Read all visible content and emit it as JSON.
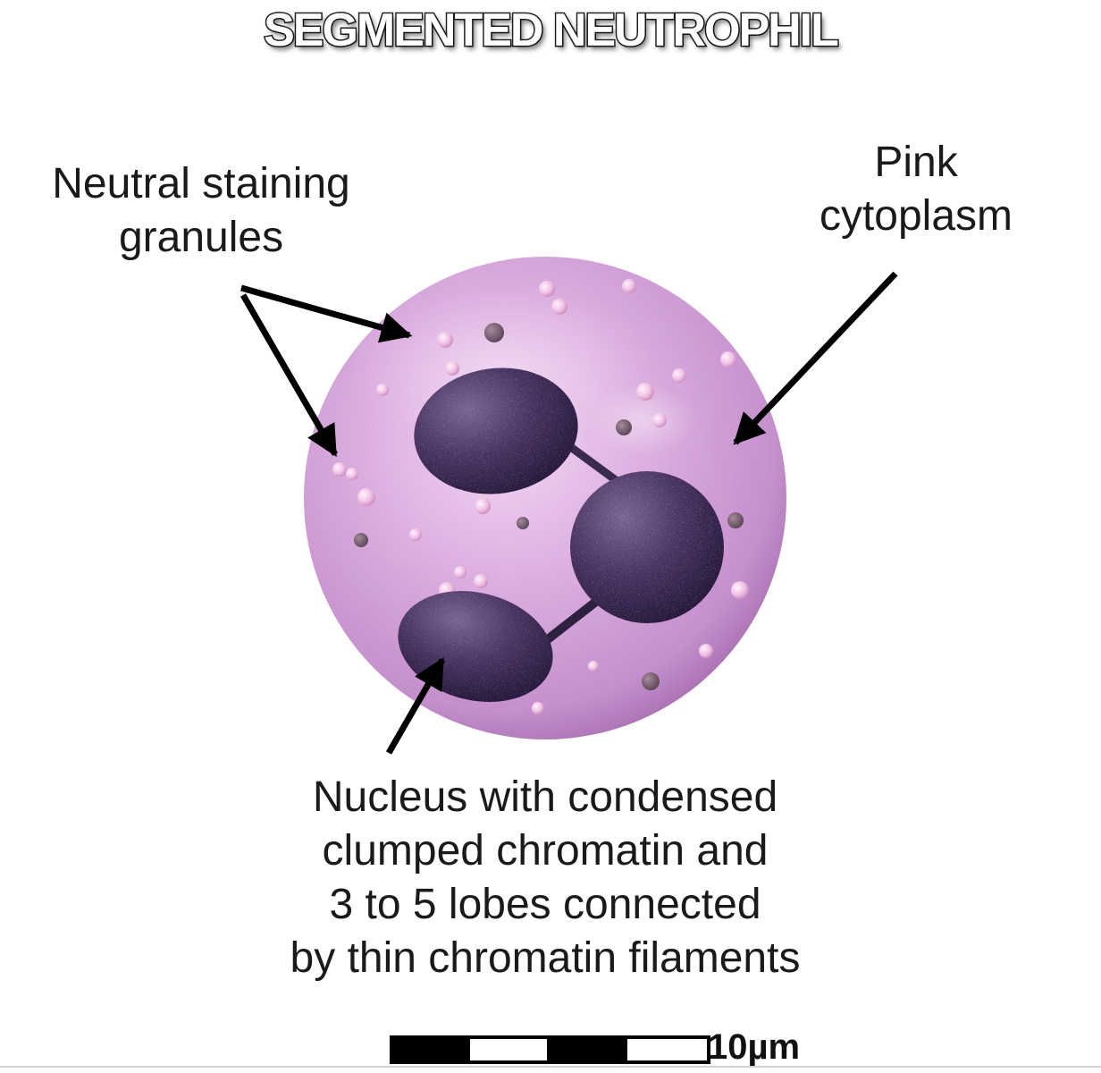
{
  "title": "SEGMENTED NEUTROPHIL",
  "labels": {
    "granules": [
      "Neutral staining",
      "granules"
    ],
    "cytoplasm": [
      "Pink",
      "cytoplasm"
    ],
    "nucleus": [
      "Nucleus with condensed",
      "clumped chromatin and",
      "3 to 5 lobes connected",
      "by thin chromatin filaments"
    ]
  },
  "scale_bar": {
    "label": "10µm"
  },
  "colors": {
    "cytoplasm": "#d9a6df",
    "cytoplasm_edge": "#a56aae",
    "nucleus": "#4a3563",
    "nucleus_dark": "#2b1d3d",
    "granule": "#f2c6ea",
    "arrow": "#000000",
    "text": "#1a1a1a"
  }
}
